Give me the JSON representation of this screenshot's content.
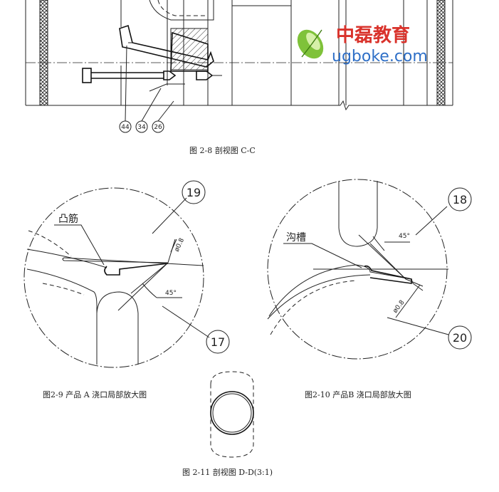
{
  "captions": {
    "fig_2_8": "图 2-8 剖视图 C-C",
    "fig_2_9": "图2-9 产品 A 浇口局部放大图",
    "fig_2_10": "图2-10 产品B 浇口局部放大图",
    "fig_2_11": "图 2-11  剖视图 D-D(3:1)"
  },
  "watermark": {
    "name": "中磊教育",
    "url": "ugboke.com"
  },
  "section_cc": {
    "balloons": [
      "44",
      "34",
      "26"
    ]
  },
  "detail_a": {
    "rib_label": "凸筋",
    "balloon_top": "19",
    "balloon_bottom": "17",
    "dim_dia": "ø0.8",
    "dim_angle": "45°"
  },
  "detail_b": {
    "groove_label": "沟槽",
    "balloon_top": "18",
    "balloon_bottom": "20",
    "dim_dia": "ø0.8",
    "dim_angle": "45°"
  }
}
